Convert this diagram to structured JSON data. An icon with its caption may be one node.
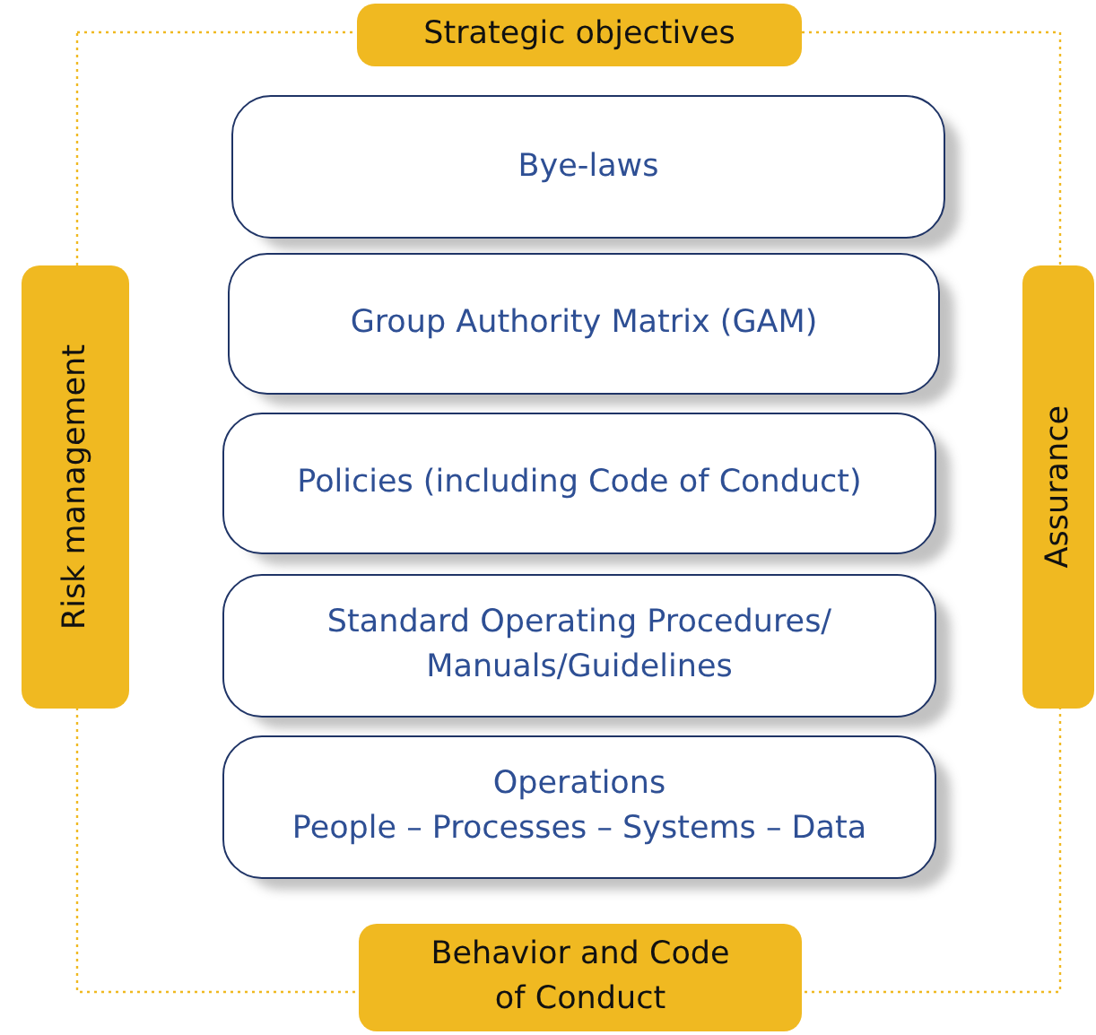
{
  "diagram": {
    "nodes": [
      {
        "text": [
          "Strategic objectives"
        ]
      },
      {
        "text": [
          "Risk management"
        ]
      },
      {
        "text": [
          "Bye-laws"
        ]
      },
      {
        "text": [
          "Group Authority Matrix (GAM)"
        ]
      },
      {
        "text": [
          "Policies (including Code of Conduct)"
        ]
      },
      {
        "text": [
          "Standard Operating Procedures/ Manuals/Guidelines"
        ]
      },
      {
        "text": [
          "Operations",
          "People – Processes – Systems – Data"
        ]
      },
      {
        "text": [
          "Assurance"
        ]
      },
      {
        "text": [
          "Behavior and Code of Conduct"
        ]
      }
    ],
    "edges": []
  }
}
